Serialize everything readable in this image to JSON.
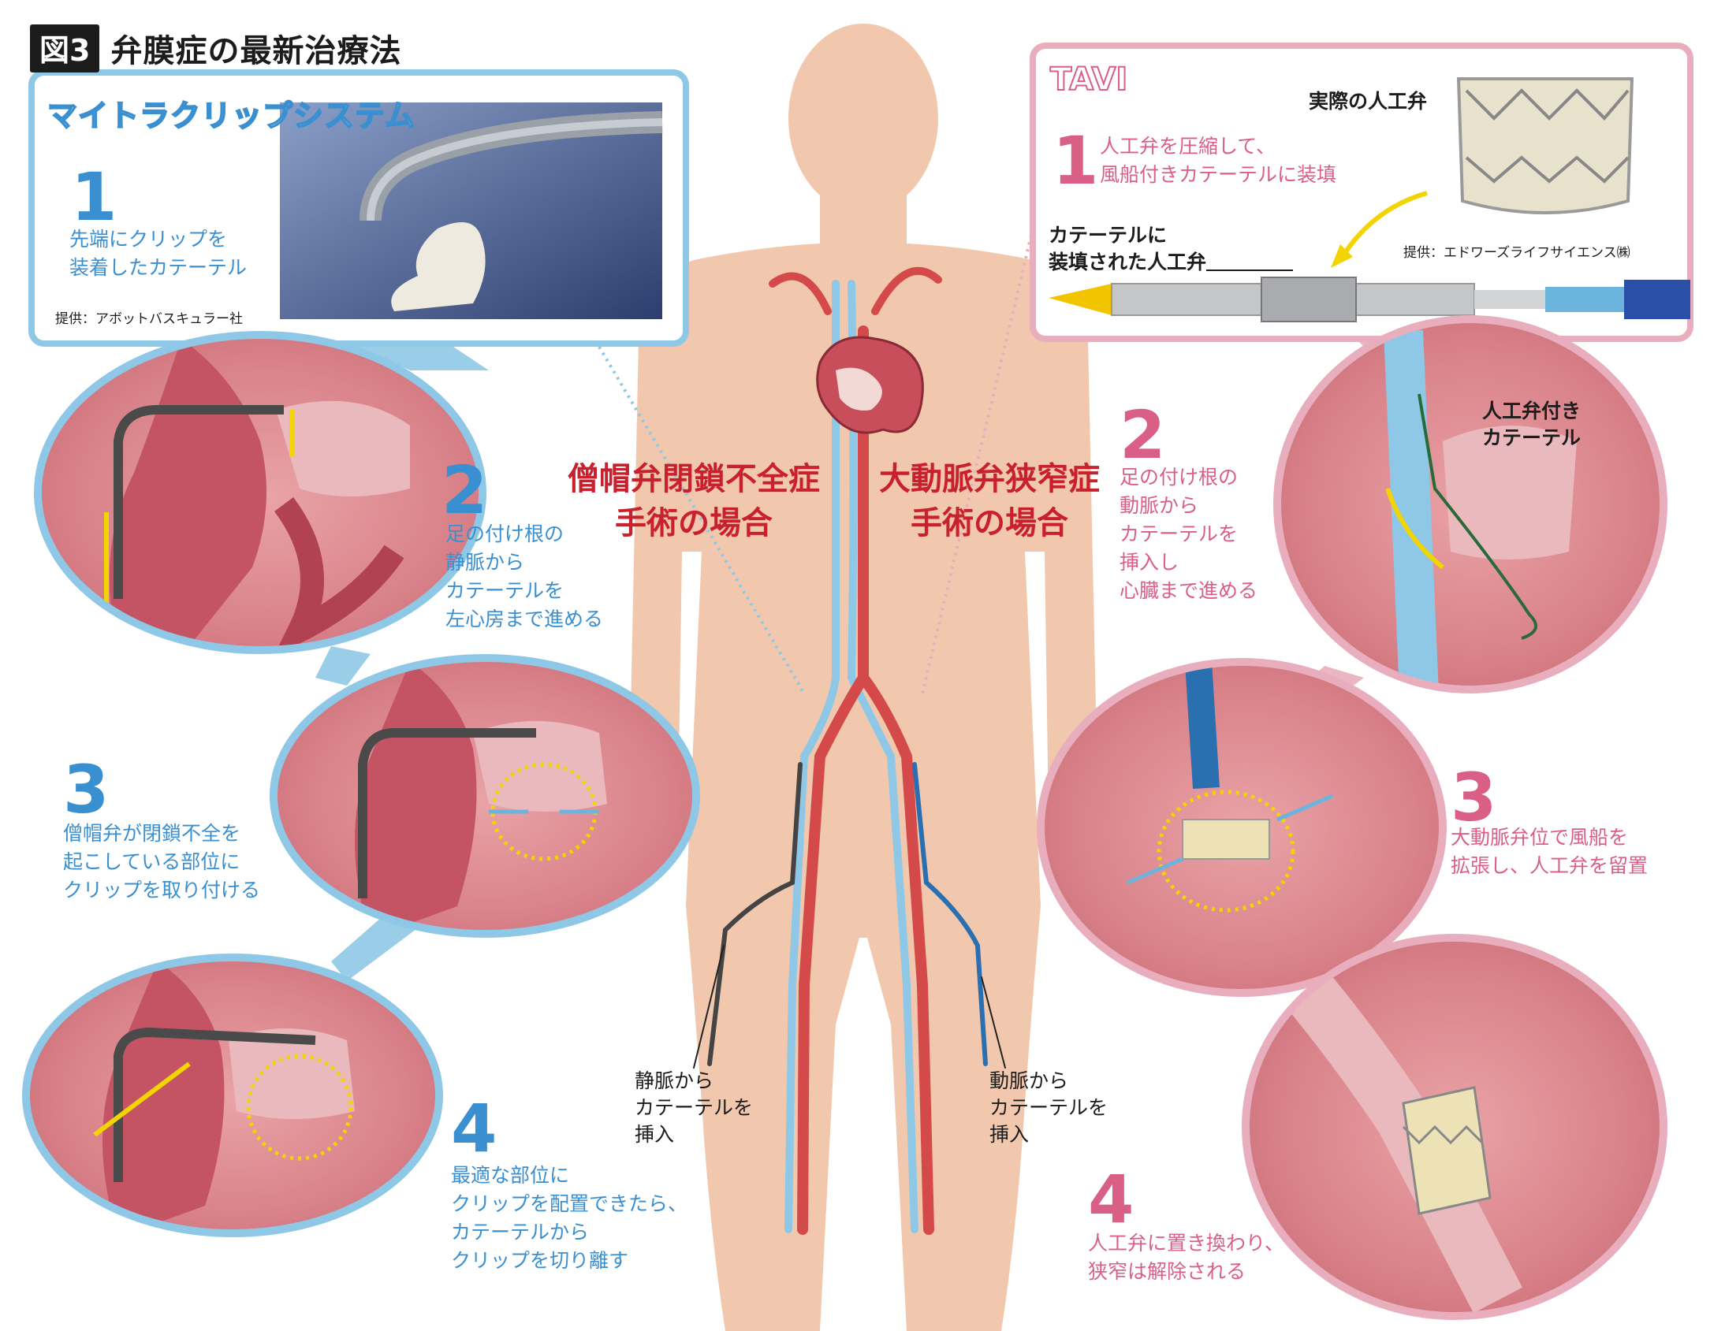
{
  "figure": {
    "number": "図3",
    "title": "弁膜症の最新治療法"
  },
  "mitraclip": {
    "title": "マイトラクリップシステム",
    "steps": [
      {
        "num": "1",
        "text": "先端にクリップを\n装着したカテーテル"
      },
      {
        "num": "2",
        "text": "足の付け根の\n静脈から\nカテーテルを\n左心房まで進める"
      },
      {
        "num": "3",
        "text": "僧帽弁が閉鎖不全を\n起こしている部位に\nクリップを取り付ける"
      },
      {
        "num": "4",
        "text": "最適な部位に\nクリップを配置できたら、\nカテーテルから\nクリップを切り離す"
      }
    ],
    "credit": "提供：アボットバスキュラー社"
  },
  "tavi": {
    "title": "TAVI",
    "steps": [
      {
        "num": "1",
        "text": "人工弁を圧縮して、\n風船付きカテーテルに装填"
      },
      {
        "num": "2",
        "text": "足の付け根の\n動脈から\nカテーテルを\n挿入し\n心臓まで進める"
      },
      {
        "num": "3",
        "text": "大動脈弁位で風船を\n拡張し、人工弁を留置"
      },
      {
        "num": "4",
        "text": "人工弁に置き換わり、\n狭窄は解除される"
      }
    ],
    "label_valve": "実際の人工弁",
    "label_loaded": "カテーテルに\n装填された人工弁",
    "label_catheter": "人工弁付き\nカテーテル",
    "credit": "提供：エドワーズライフサイエンス㈱"
  },
  "center": {
    "left_heading": "僧帽弁閉鎖不全症\n手術の場合",
    "right_heading": "大動脈弁狭窄症\n手術の場合",
    "vein_label": "静脈から\nカテーテルを\n挿入",
    "artery_label": "動脈から\nカテーテルを\n挿入"
  },
  "colors": {
    "blue": "#3a8fd0",
    "light_blue": "#8ec8e6",
    "pink": "#d95f86",
    "light_pink": "#e8aebd",
    "skin": "#f1c8ad",
    "red": "#c8202d",
    "yellow": "#f2d500"
  }
}
